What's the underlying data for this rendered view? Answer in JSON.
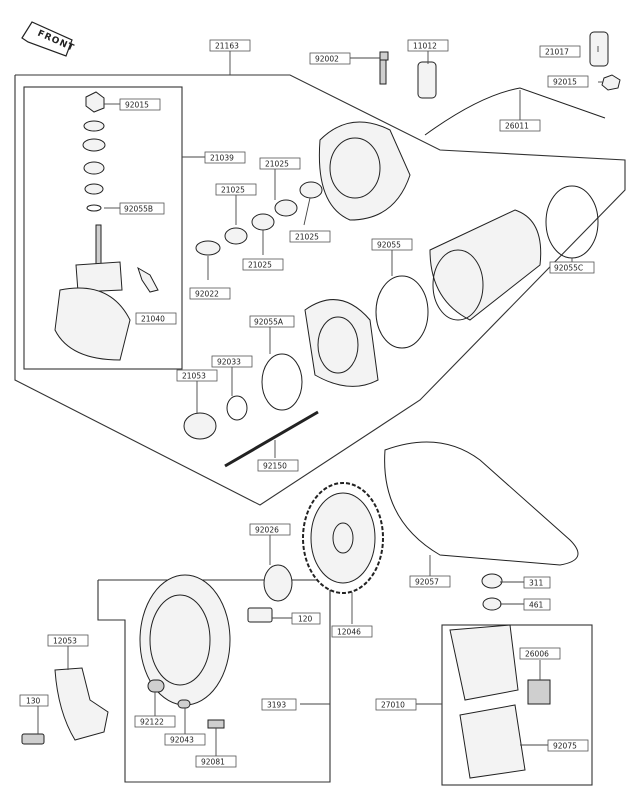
{
  "orientation_badge": "FRONT",
  "labels": {
    "p21163": "21163",
    "p92002": "92002",
    "p11012": "11012",
    "p21017": "21017",
    "p92015_top": "92015",
    "p26011": "26011",
    "p92015_left": "92015",
    "p21039": "21039",
    "p21025_a": "21025",
    "p21025_b": "21025",
    "p21025_c": "21025",
    "p21025_d": "21025",
    "p92055b": "92055B",
    "p92022": "92022",
    "p21040": "21040",
    "p92055": "92055",
    "p92055c": "92055C",
    "p92055a": "92055A",
    "p92033": "92033",
    "p21053": "21053",
    "p92150": "92150",
    "p92026": "92026",
    "p92057": "92057",
    "p311": "311",
    "p461": "461",
    "p120": "120",
    "p12046": "12046",
    "p12053": "12053",
    "p130": "130",
    "p3193": "3193",
    "p92122": "92122",
    "p92043": "92043",
    "p92081": "92081",
    "p26006": "26006",
    "p27010": "27010",
    "p92075": "92075"
  }
}
